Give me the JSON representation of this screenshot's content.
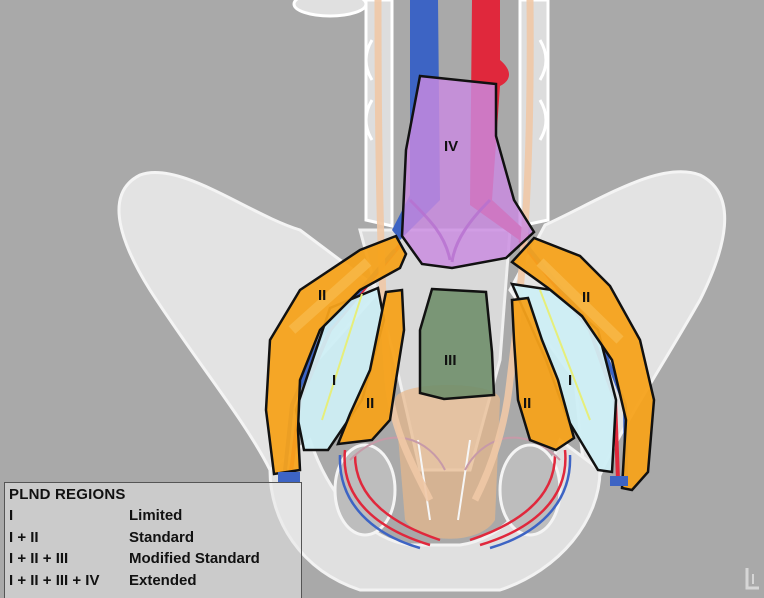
{
  "regions": {
    "I": "I",
    "II": "II",
    "III": "III",
    "IV": "IV"
  },
  "legend": {
    "title": "PLND REGIONS",
    "rows": [
      {
        "code": "I",
        "name": "Limited"
      },
      {
        "code": "I + II",
        "name": "Standard"
      },
      {
        "code": "I + II + III",
        "name": "Modified Standard"
      },
      {
        "code": "I + II + III + IV",
        "name": "Extended"
      }
    ]
  },
  "colors": {
    "background": "#a6a6a6",
    "bone": "#e6e6e6",
    "vein": "#3d64c4",
    "artery": "#e0283c",
    "ureter": "#f2c9a8",
    "region_I": "#cdeef4",
    "region_II": "#f5a21b",
    "region_III": "#6f8e6a",
    "region_IV": "#c98ae0",
    "bladder": "#e8b88a"
  },
  "icons": {
    "logo": "watermark-logo-icon"
  }
}
